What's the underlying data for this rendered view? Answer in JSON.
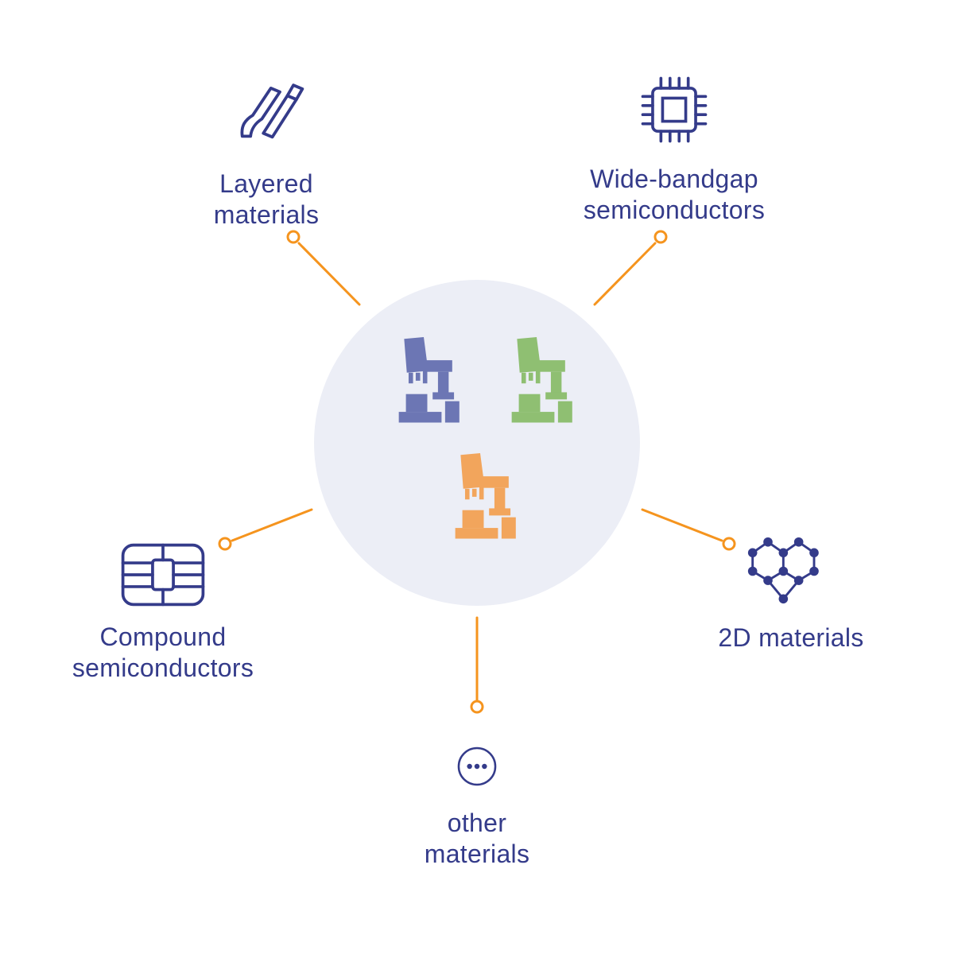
{
  "colors": {
    "navy": "#343B8A",
    "connector": "#F5941E",
    "circle_bg": "#ECEEF6"
  },
  "center": {
    "name": "microscopes-hub",
    "microscopes": [
      {
        "name": "blue-microscope",
        "color": "#6C76B4"
      },
      {
        "name": "green-microscope",
        "color": "#8FBF72"
      },
      {
        "name": "orange-microscope",
        "color": "#F2A55C"
      }
    ]
  },
  "nodes": [
    {
      "id": "layered-materials",
      "icon": "layered-sheets-icon",
      "label": "Layered\nmaterials"
    },
    {
      "id": "wide-bandgap-semiconductors",
      "icon": "chip-icon",
      "label": "Wide-bandgap\nsemiconductors"
    },
    {
      "id": "compound-semiconductors",
      "icon": "smartcard-chip-icon",
      "label": "Compound\nsemiconductors"
    },
    {
      "id": "2d-materials",
      "icon": "lattice-icon",
      "label": "2D materials"
    },
    {
      "id": "other-materials",
      "icon": "ellipsis-circle-icon",
      "label": "other\nmaterials"
    }
  ]
}
